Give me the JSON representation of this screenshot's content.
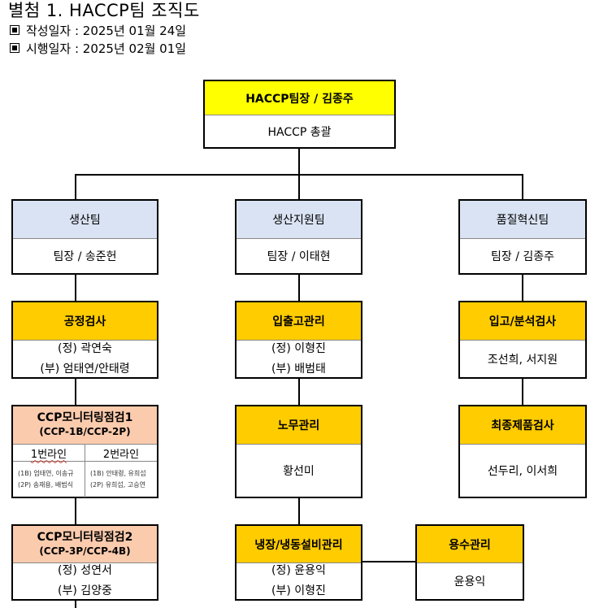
{
  "header": {
    "title": "별첨 1. HACCP팀 조직도",
    "created": "작성일자 : 2025년 01월 24일",
    "effective": "시행일자 : 2025년 02월 01일"
  },
  "org": {
    "leader": {
      "title": "HACCP팀장 / 김종주",
      "role": "HACCP 총괄"
    },
    "production": {
      "title": "생산팀",
      "lead": "팀장 / 송준헌"
    },
    "support": {
      "title": "생산지원팀",
      "lead": "팀장 / 이태현"
    },
    "quality": {
      "title": "품질혁신팀",
      "lead": "팀장 / 김종주"
    },
    "process_inspection": {
      "title": "공정검사",
      "primary": "(정) 곽연숙",
      "secondary": "(부) 엄태연/안태령"
    },
    "ccp1": {
      "title_line1": "CCP모니터링점검1",
      "title_line2": "(CCP-1B/CCP-2P)",
      "line1_label": "1번라인",
      "line1_row1": "(1B) 엄태연, 이송규",
      "line1_row2": "(2P) 송재용, 배범식",
      "line2_label": "2번라인",
      "line2_row1": "(1B) 안태령, 유희섭",
      "line2_row2": "(2P) 유희섭, 고승연"
    },
    "ccp2": {
      "title_line1": "CCP모니터링점검2",
      "title_line2": "(CCP-3P/CCP-4B)",
      "primary": "(정) 성연서",
      "secondary": "(부) 김양중"
    },
    "warehouse": {
      "title": "입출고관리",
      "primary": "(정) 이형진",
      "secondary": "(부) 배범태"
    },
    "labor": {
      "title": "노무관리",
      "person": "황선미"
    },
    "refrigeration": {
      "title": "냉장/냉동설비관리",
      "primary": "(정) 윤용익",
      "secondary": "(부) 이형진"
    },
    "water": {
      "title": "용수관리",
      "person": "윤용익"
    },
    "incoming_inspection": {
      "title": "입고/분석검사",
      "people": "조선희, 서지원"
    },
    "final_inspection": {
      "title": "최종제품검사",
      "people": "선두리, 이서희"
    }
  },
  "colors": {
    "leader_header": "#ffff00",
    "team_header": "#dae3f3",
    "task_header": "#ffcc00",
    "ccp_header": "#fbcbad"
  }
}
